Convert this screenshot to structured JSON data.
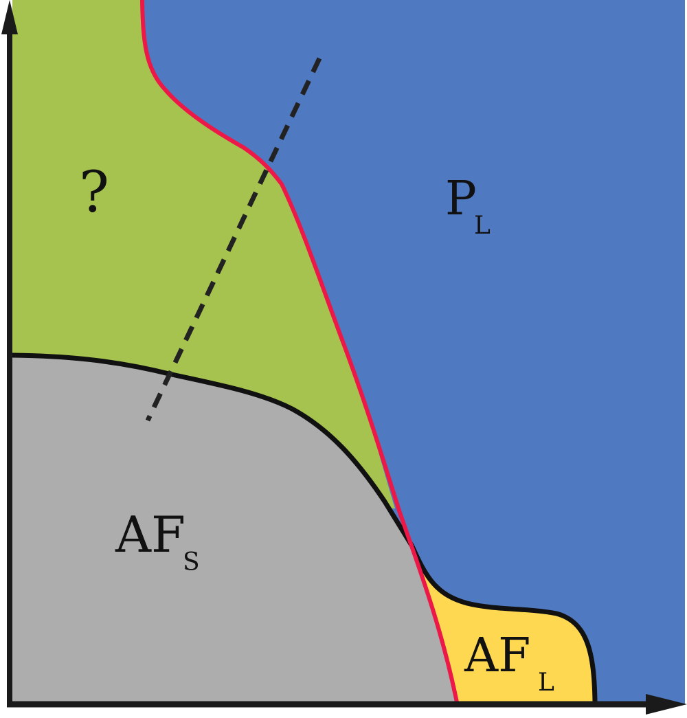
{
  "regions": {
    "unknown": {
      "label": "?",
      "color": "#a6c24f"
    },
    "paramagnetic": {
      "label": "P",
      "subscript": "L",
      "color": "#4f79c0"
    },
    "af_s": {
      "label": "AF",
      "subscript": "S",
      "color": "#adadad"
    },
    "af_l": {
      "label": "AF",
      "subscript": "L",
      "color": "#fdd850"
    }
  },
  "colors": {
    "boundary_red": "#ec1848",
    "boundary_black": "#111111",
    "axis": "#1a1a1a"
  }
}
